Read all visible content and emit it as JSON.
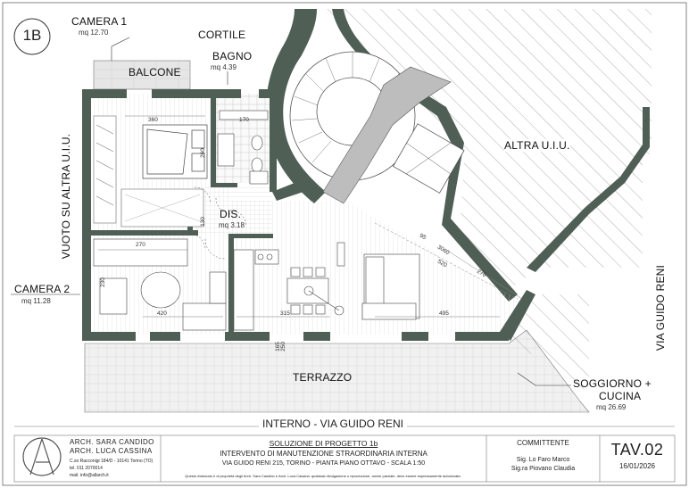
{
  "unit_badge": "1B",
  "rooms": {
    "camera1": {
      "name": "CAMERA 1",
      "area": "mq 12.70"
    },
    "cortile": {
      "name": "CORTILE"
    },
    "balcone": {
      "name": "BALCONE"
    },
    "bagno": {
      "name": "BAGNO",
      "area": "mq 4.39"
    },
    "dis": {
      "name": "DIS.",
      "area": "mq 3.18"
    },
    "altra_uiu": {
      "name": "ALTRA U.I.U."
    },
    "vuoto": {
      "name": "VUOTO SU ALTRA U.I.U."
    },
    "camera2": {
      "name": "CAMERA 2",
      "area": "mq 11.28"
    },
    "terrazzo": {
      "name": "TERRAZZO"
    },
    "soggiorno": {
      "name": "SOGGIORNO +",
      "name2": "CUCINA",
      "area": "mq 26.69"
    },
    "via_guido_reni": {
      "name": "VIA GUIDO RENI"
    }
  },
  "dimensions": {
    "d360": "360",
    "d260": "260",
    "d170": "170",
    "d270": "270",
    "d420": "420",
    "d315": "315",
    "d495": "495",
    "d130": "130",
    "d230": "230",
    "d520": "520",
    "d95": "95",
    "d60": "60",
    "d30": "30",
    "d270b": "270",
    "d165": "165",
    "d250": "250"
  },
  "street_caption": "INTERNO - VIA GUIDO RENI",
  "title_block": {
    "architects": [
      "ARCH. SARA CANDIDO",
      "ARCH. LUCA CASSINA"
    ],
    "address_lines": [
      "C.so Racconigi 184/D - 10141 Torino (TO)",
      "tel. 011 2070014",
      "mail. info@allarch.it"
    ],
    "project_title": "SOLUZIONE DI PROGETTO 1b",
    "project_lines": [
      "INTERVENTO DI MANUTENZIONE STRAORDINARIA INTERNA",
      "VIA GUIDO RENI 215, TORINO - PIANTA PIANO OTTAVO - SCALA 1:50"
    ],
    "disclaimer": "Questo elaborato è di proprietà degli Arch. Sara Candido e Arch. Luca Cassina: qualsiasi divulgazione o riproduzione, anche parziale, deve essere espressamente autorizzata.",
    "committente_label": "COMMITTENTE",
    "committente": [
      "Sig. Lo Faro Marco",
      "Sig.ra Piovano Claudia"
    ],
    "tav": "TAV.02",
    "date": "16/01/2026"
  }
}
